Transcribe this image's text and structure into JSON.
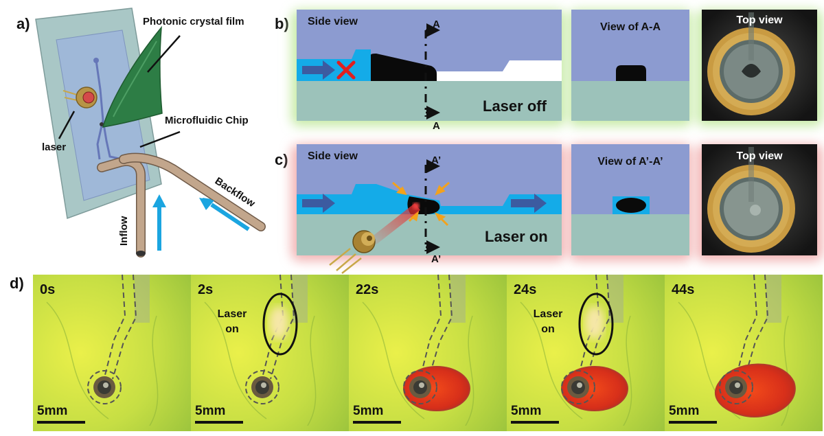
{
  "panels": {
    "a": {
      "label": "a)",
      "film_label": "Photonic crystal film",
      "chip_label": "Microfluidic Chip",
      "laser_label": "laser",
      "backflow_label": "Backflow",
      "inflow_label": "Inflow"
    },
    "b": {
      "label": "b)",
      "side_title": "Side view",
      "section_title": "View of A-A",
      "top_title": "Top view",
      "state_label": "Laser off",
      "cut_top": "A",
      "cut_bottom": "A"
    },
    "c": {
      "label": "c)",
      "side_title": "Side view",
      "section_title": "View of A’-A’",
      "top_title": "Top view",
      "state_label": "Laser on",
      "cut_top": "A’",
      "cut_bottom": "A’"
    },
    "d": {
      "label": "d)",
      "frames": [
        {
          "time": "0s",
          "note": "",
          "scale": "5mm",
          "spill": 0
        },
        {
          "time": "2s",
          "note": "Laser on",
          "scale": "5mm",
          "spill": 0
        },
        {
          "time": "22s",
          "note": "",
          "scale": "5mm",
          "spill": 1
        },
        {
          "time": "24s",
          "note": "Laser on",
          "scale": "5mm",
          "spill": 1
        },
        {
          "time": "44s",
          "note": "",
          "scale": "5mm",
          "spill": 2
        }
      ]
    }
  },
  "colors": {
    "channel_top": "#8C9BD0",
    "substrate": "#9CC2BA",
    "fluid": "#14ABE8",
    "arrow": "#3C5BA0",
    "plug": "#0A0A0A",
    "glow_off": "#C8EBA8",
    "glow_on": "#F2B3B3",
    "blocked_x": "#E01F1F",
    "laser_beam": "#E83030",
    "heat_arrows": "#F3A21C",
    "film": "#2D7D45",
    "tube": "#C2A68C",
    "inflow_arrow": "#1BA5E0",
    "frame_bg": "#C9E048",
    "spill": "#E23A20"
  }
}
